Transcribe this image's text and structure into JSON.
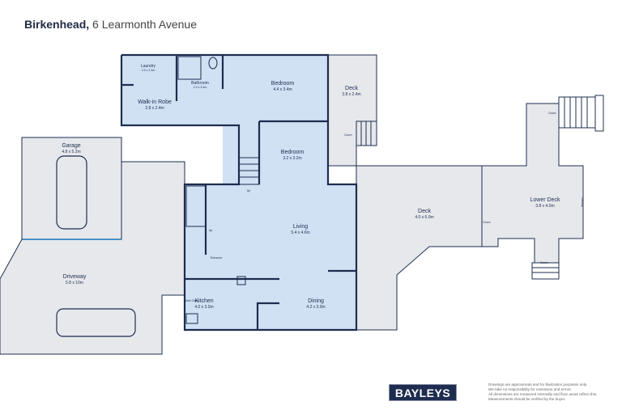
{
  "header": {
    "suburb": "Birkenhead,",
    "address": "6 Learmonth Avenue"
  },
  "rooms": {
    "laundry": {
      "name": "Laundry",
      "dims": "2.5 x 1.4m"
    },
    "bathroom": {
      "name": "Bathroom",
      "dims": "2.4 x 3.4m"
    },
    "walk_in_robe": {
      "name": "Walk-in Robe",
      "dims": "2.8 x 2.4m"
    },
    "bedroom1": {
      "name": "Bedroom",
      "dims": "4.4 x 3.4m"
    },
    "deck_upper": {
      "name": "Deck",
      "dims": "3.8 x 2.4m"
    },
    "bedroom2": {
      "name": "Bedroom",
      "dims": "3.2 x 3.2m"
    },
    "garage": {
      "name": "Garage",
      "dims": "4.8 x 5.2m"
    },
    "driveway": {
      "name": "Driveway",
      "dims": "5.8 x 10m"
    },
    "living": {
      "name": "Living",
      "dims": "5.4 x 4.6m"
    },
    "kitchen": {
      "name": "Kitchen",
      "dims": "4.0 x 3.0m"
    },
    "dining": {
      "name": "Dining",
      "dims": "4.2 x 3.0m"
    },
    "deck_main": {
      "name": "Deck",
      "dims": "4.0 x 6.0m"
    },
    "lower_deck": {
      "name": "Lower Deck",
      "dims": "3.8 x 4.0m"
    }
  },
  "annotations": {
    "entrance": "Entrance",
    "wall_oven": "Wall Oven",
    "up": "Up",
    "down": "Down",
    "railing": "Railing"
  },
  "brand": {
    "logo": "BAYLEYS",
    "color": "#1e2d4f"
  },
  "disclaimer": [
    "Drawings are approximate and for illustration purposes only.",
    "We take no responsibility for omissions and errors.",
    "All dimensions are measured internally and floor areas reflect this.",
    "Measurements should be verified by the buyer."
  ]
}
